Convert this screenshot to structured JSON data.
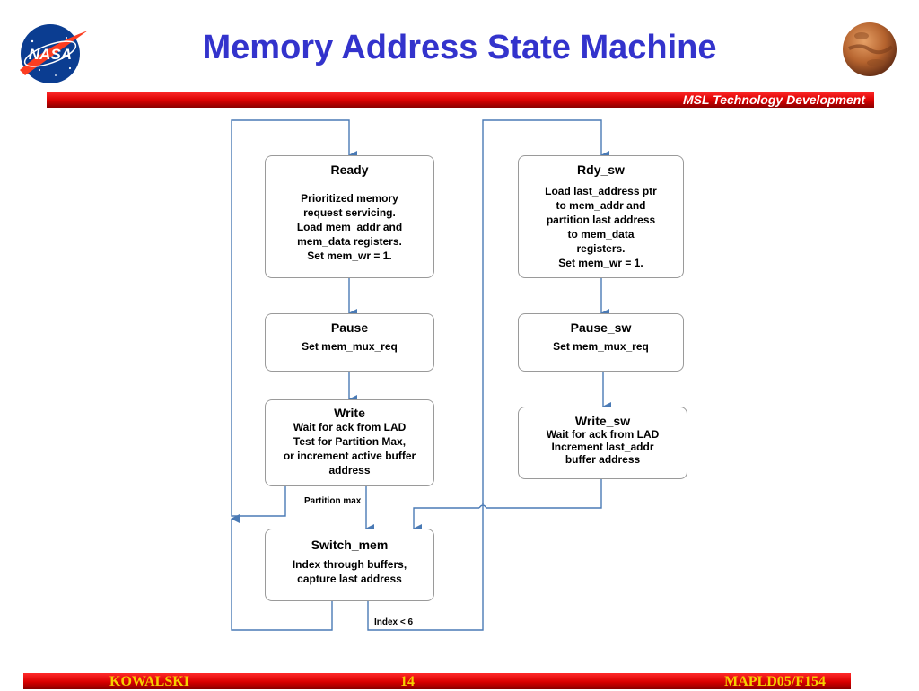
{
  "slide": {
    "title": "Memory Address State Machine",
    "header_banner": "MSL Technology Development",
    "footer": {
      "left": "KOWALSKI",
      "center": "14",
      "right": "MAPLD05/F154"
    },
    "logo_left_text": "NASA"
  },
  "states": {
    "ready": {
      "name": "Ready",
      "desc": "Prioritized memory\nrequest servicing.\nLoad mem_addr and\nmem_data registers.\nSet mem_wr = 1."
    },
    "pause": {
      "name": "Pause",
      "desc": "Set mem_mux_req"
    },
    "write": {
      "name": "Write",
      "desc": "Wait for ack from LAD\nTest for Partition Max,\nor increment active buffer\naddress"
    },
    "switch_mem": {
      "name": "Switch_mem",
      "desc": "Index through buffers,\ncapture last address"
    },
    "rdy_sw": {
      "name": "Rdy_sw",
      "desc": "Load last_address ptr\nto mem_addr and\npartition last address\nto mem_data\nregisters.\nSet mem_wr = 1."
    },
    "pause_sw": {
      "name": "Pause_sw",
      "desc": "Set mem_mux_req"
    },
    "write_sw": {
      "name": "Write_sw",
      "desc": "Wait for ack from LAD\nIncrement last_addr\nbuffer address"
    }
  },
  "edge_labels": {
    "partition_max": "Partition max",
    "index_lt_6": "Index < 6"
  },
  "colors": {
    "title": "#3333cc",
    "arrow": "#4a7ab5",
    "banner_red": "#d80000",
    "footer_text": "#f5d000"
  }
}
